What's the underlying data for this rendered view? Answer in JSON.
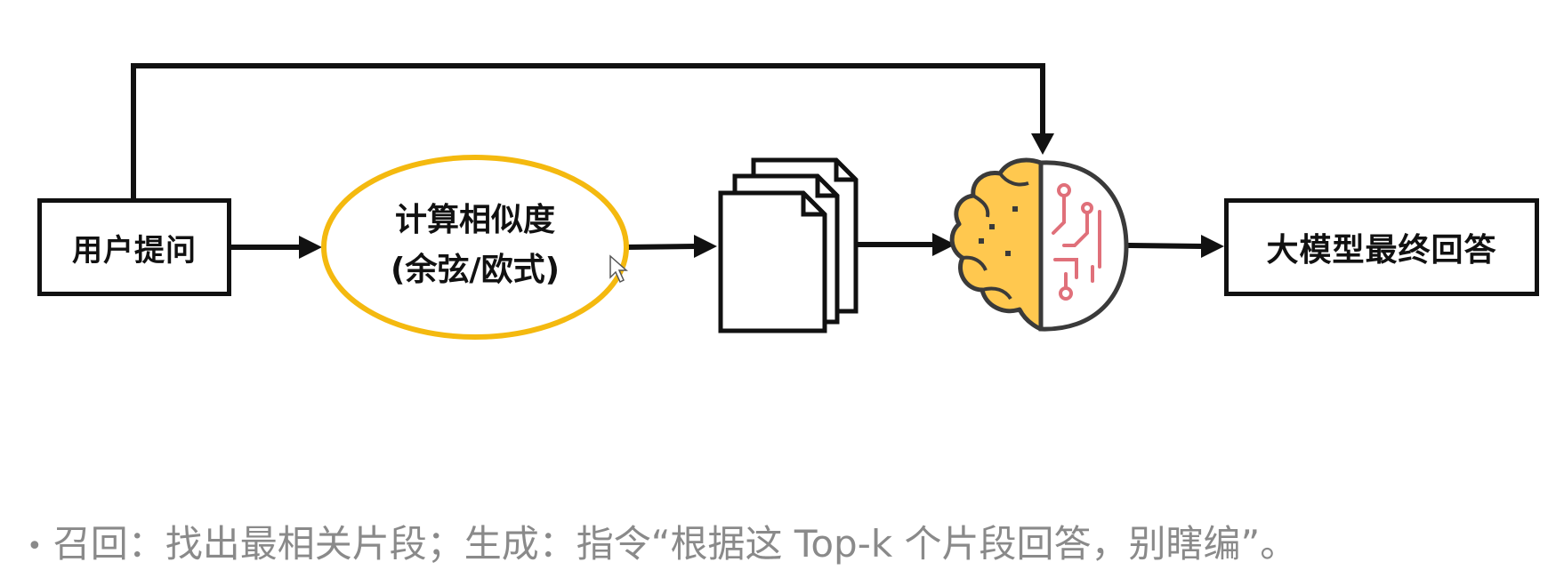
{
  "diagram": {
    "user_question": "用户提问",
    "similarity_line1": "计算相似度",
    "similarity_line2": "(余弦/欧式)",
    "final_answer": "大模型最终回答"
  },
  "icons": {
    "documents": "document-stack-icon",
    "llm": "brain-circuit-icon",
    "cursor": "mouse-pointer-icon"
  },
  "colors": {
    "ellipse_border": "#F4B90F",
    "brain_fill": "#FFC84F",
    "circuit": "#E0707A",
    "caption_text": "#8A8A8A"
  },
  "caption": {
    "bullet": "•",
    "text": "召回：找出最相关片段；生成：指令“根据这 Top-k 个片段回答，别瞎编”。"
  }
}
